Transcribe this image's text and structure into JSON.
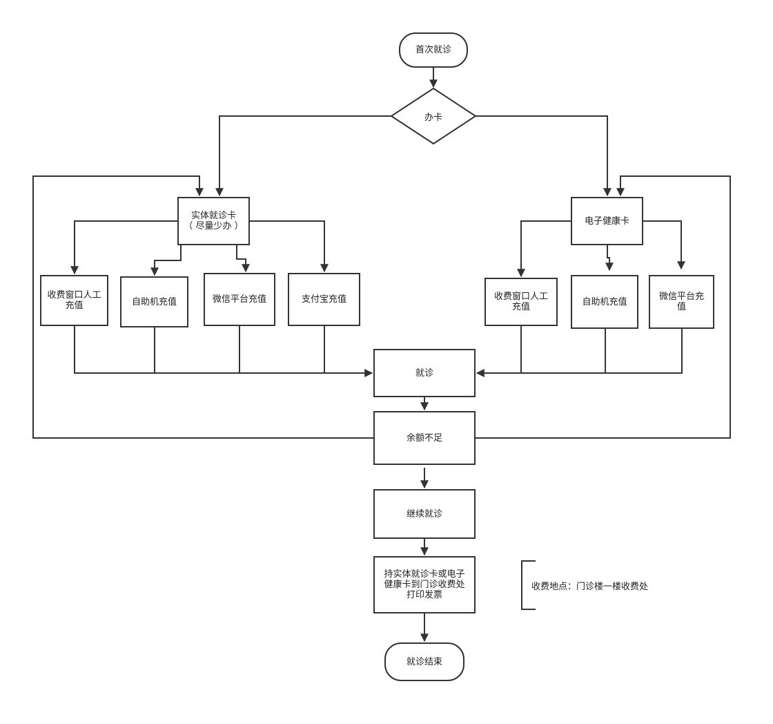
{
  "colors": {
    "stroke": "#333333",
    "text": "#222222",
    "background": "#ffffff"
  },
  "nodes": {
    "start": "首次就诊",
    "decision": "办卡",
    "physical_card": "实体就诊卡\n（ 尽量少办 ）",
    "e_card": "电子健康卡",
    "p_window": "收费窗口人工\n充值",
    "p_machine": "自助机充值",
    "p_wechat": "微信平台充值",
    "p_alipay": "支付宝充值",
    "e_window": "收费窗口人工\n充值",
    "e_machine": "自助机充值",
    "e_wechat": "微信平台充\n值",
    "visit": "就诊",
    "low_balance": "余额不足",
    "continue_visit": "继续就诊",
    "print_invoice": "持实体就诊卡或电子\n健康卡到门诊收费处\n打印发票",
    "end": "就诊结束"
  },
  "note": {
    "text": "收费地点：门诊楼一楼收费处"
  }
}
